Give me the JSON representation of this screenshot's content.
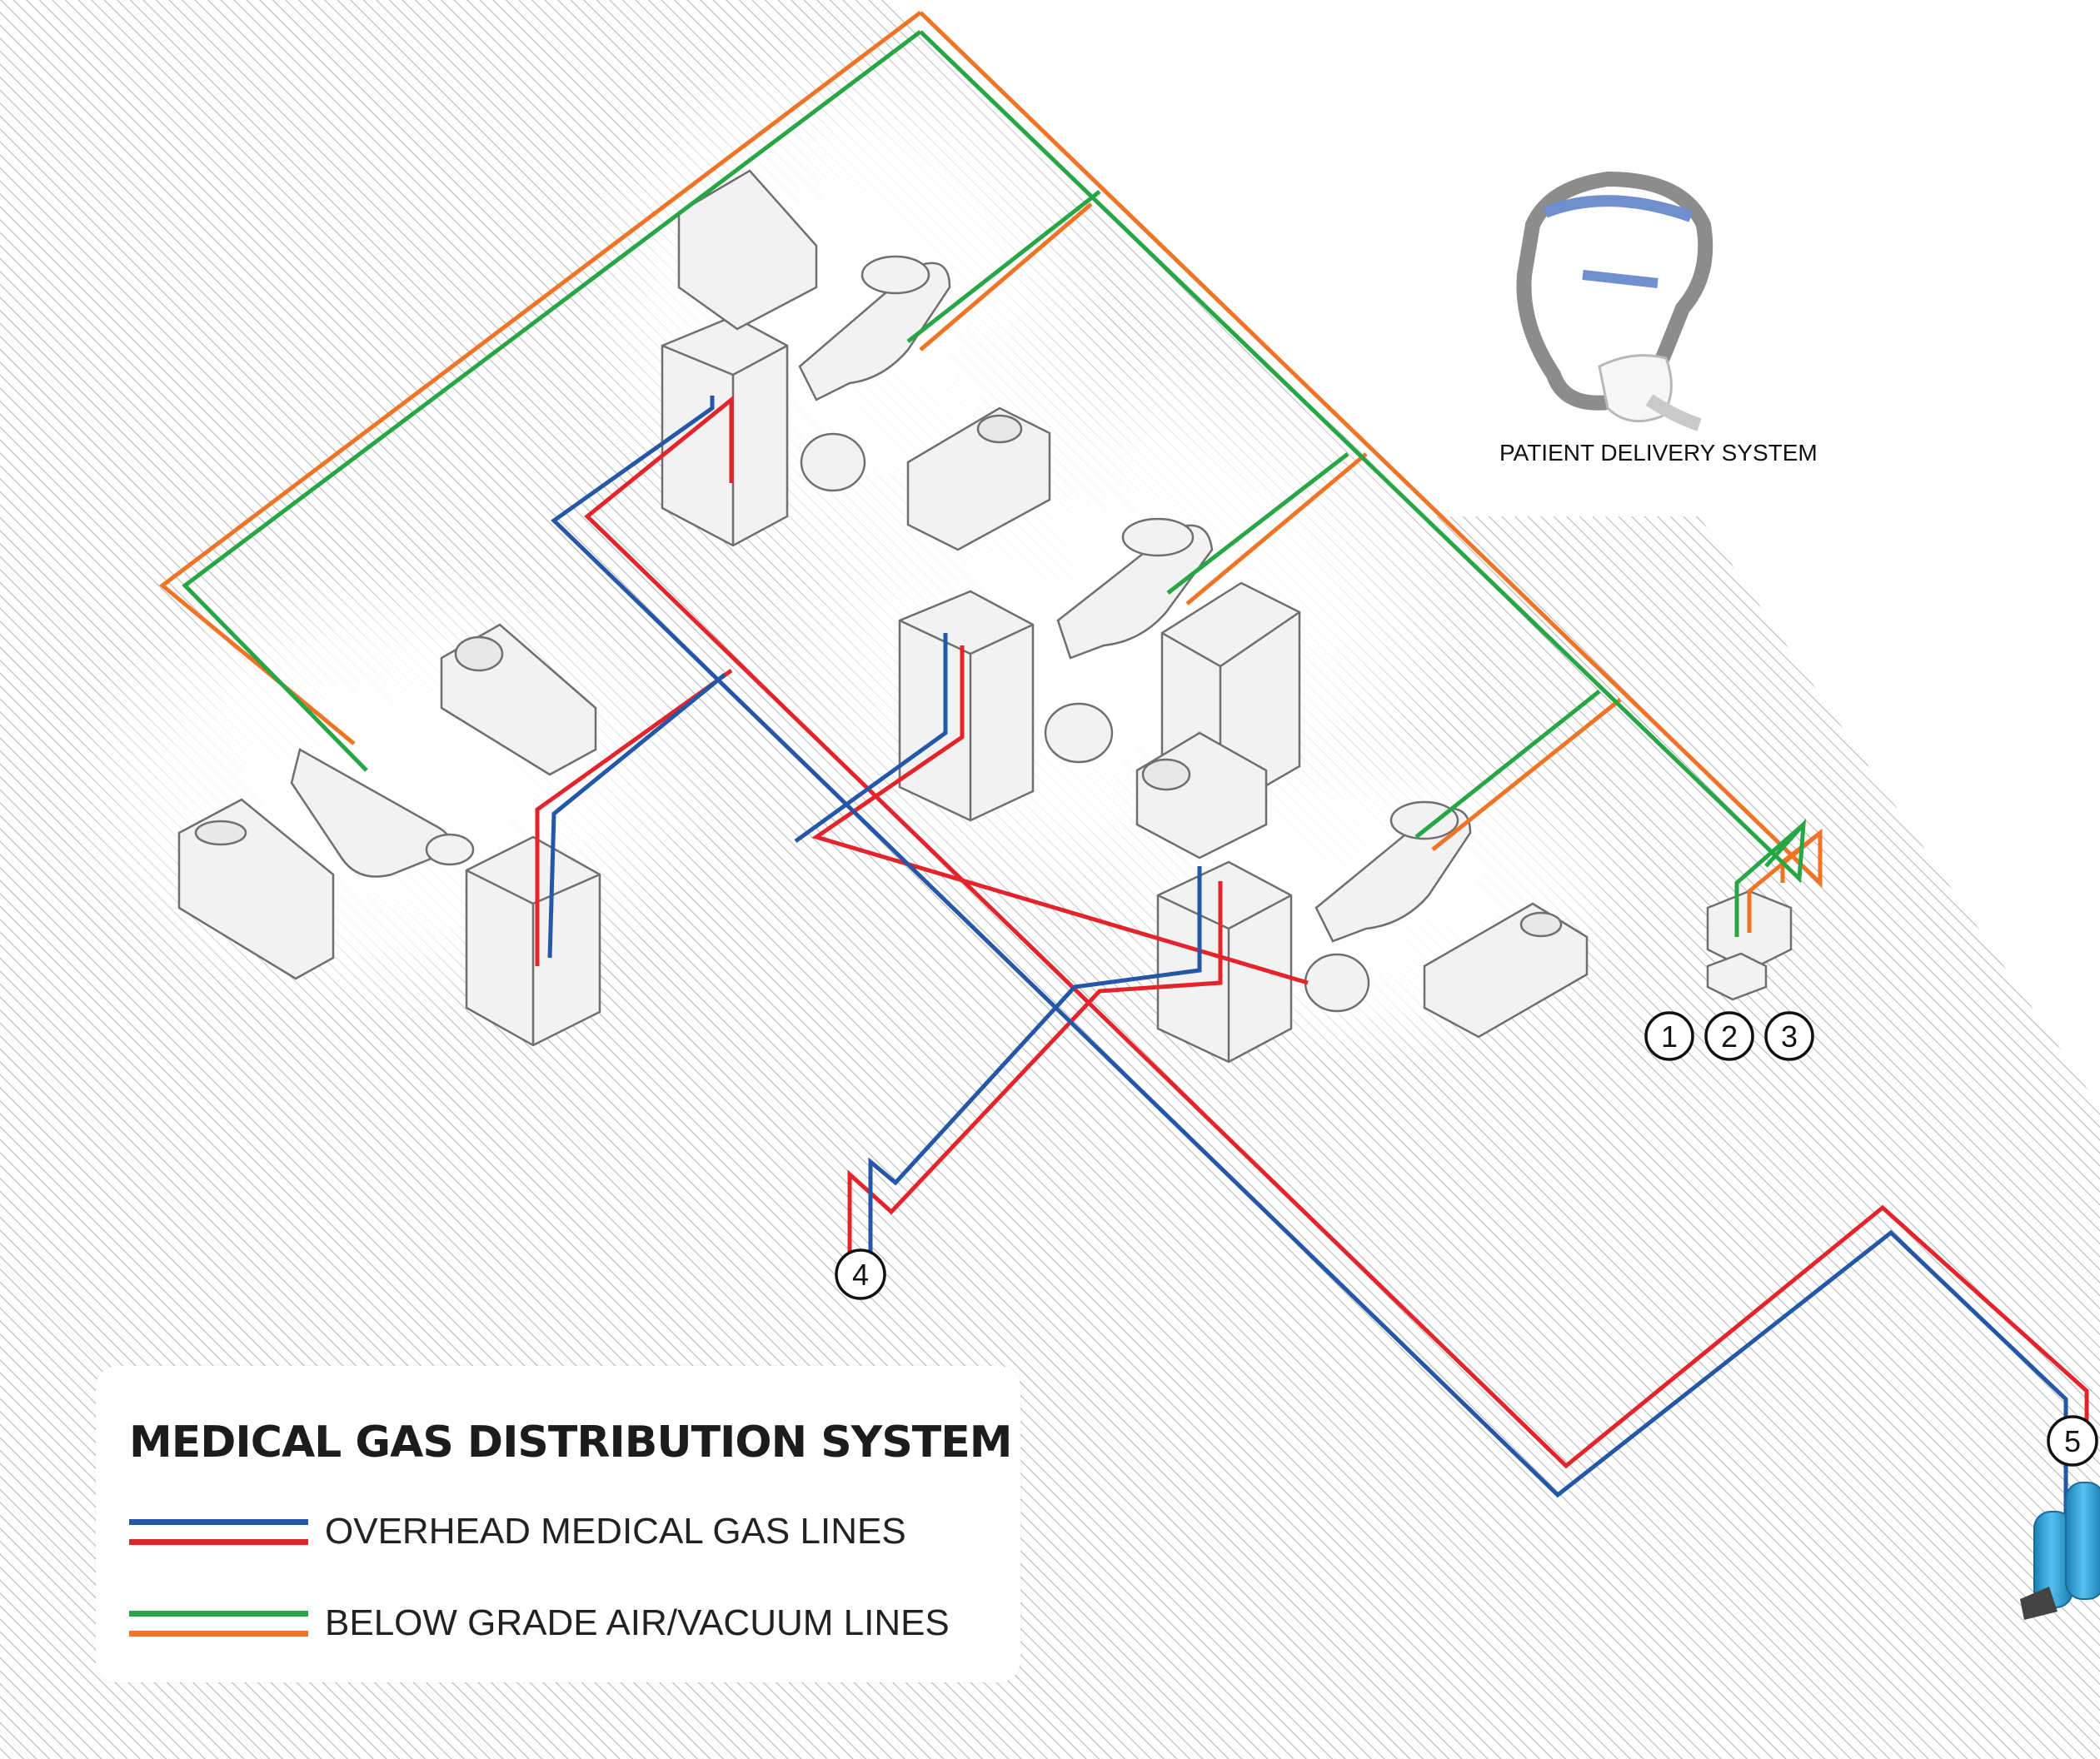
{
  "legend": {
    "title": "MEDICAL GAS DISTRIBUTION SYSTEM",
    "entries": [
      {
        "label": "OVERHEAD MEDICAL GAS LINES",
        "colors": [
          "#2457a8",
          "#e4242b"
        ]
      },
      {
        "label": "BELOW GRADE AIR/VACUUM LINES",
        "colors": [
          "#26a645",
          "#f07425"
        ]
      }
    ]
  },
  "callout": {
    "label": "PATIENT DELIVERY SYSTEM",
    "icon": "face-mask-icon"
  },
  "markers": [
    "1",
    "2",
    "3",
    "4",
    "5"
  ],
  "colors": {
    "blue": "#2457a8",
    "red": "#e4242b",
    "green": "#26a645",
    "orange": "#f07425",
    "hatch": "#b5b5b5",
    "cylinder": "#29a6e0"
  },
  "icons": [
    "dental-chair-icon",
    "cabinet-icon",
    "sink-counter-icon",
    "stool-icon",
    "gas-cylinder-icon",
    "face-mask-icon"
  ]
}
